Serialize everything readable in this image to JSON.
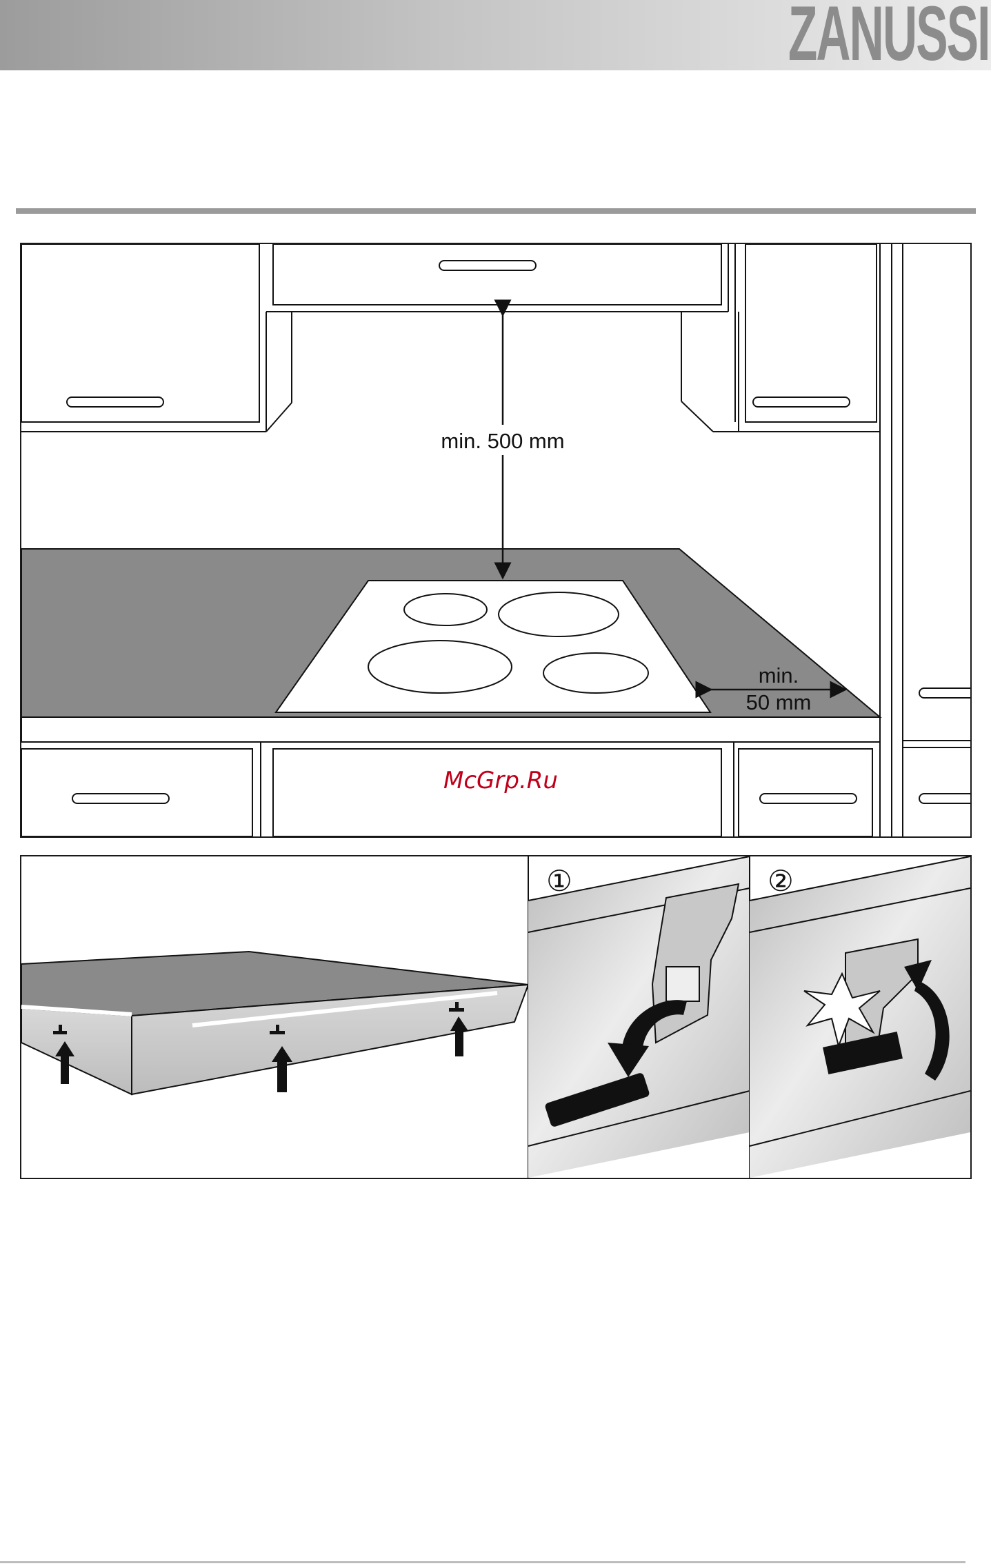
{
  "header": {
    "brand": "ZANUSSI"
  },
  "kitchen_figure": {
    "clearance_label": "min. 500 mm",
    "side_gap_label_line1": "min.",
    "side_gap_label_line2": "50 mm",
    "watermark": "McGrp.Ru"
  },
  "clip_figure": {
    "step_one": "①",
    "step_two": "②"
  },
  "colors": {
    "countertop": "#8a8a8a",
    "header_gradient_start": "#9c9c9c",
    "header_gradient_end": "#ececec",
    "watermark": "#c0001a"
  }
}
